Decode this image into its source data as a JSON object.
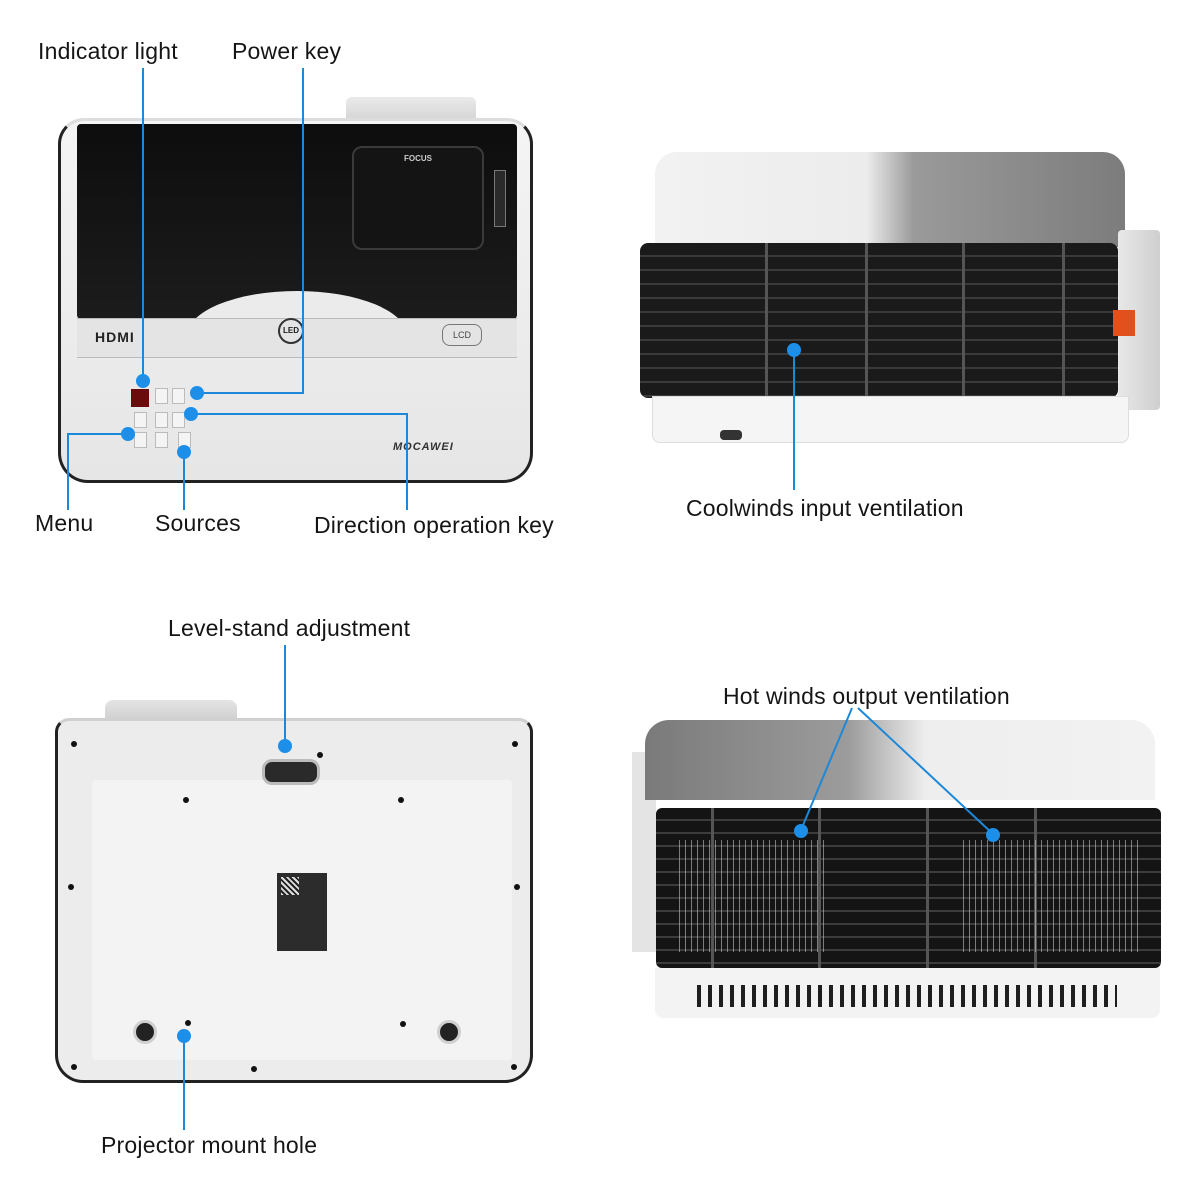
{
  "panels": {
    "top_view": {
      "labels": {
        "indicator_light": "Indicator light",
        "power_key": "Power key",
        "menu": "Menu",
        "sources": "Sources",
        "direction_key": "Direction operation key"
      },
      "device_text": {
        "focus": "FOCUS",
        "hdmi": "HDMI",
        "led": "LED",
        "lcd": "LCD",
        "brand": "MOCAWEI"
      }
    },
    "side_view": {
      "labels": {
        "intake": "Coolwinds input ventilation"
      }
    },
    "bottom_view": {
      "labels": {
        "level_stand": "Level-stand adjustment",
        "mount_hole": "Projector mount hole"
      }
    },
    "back_view": {
      "labels": {
        "exhaust": "Hot winds output ventilation"
      }
    }
  },
  "colors": {
    "callout": "#1e88d8",
    "accent_orange": "#e2501d",
    "indicator_red": "#6a0c0c"
  }
}
